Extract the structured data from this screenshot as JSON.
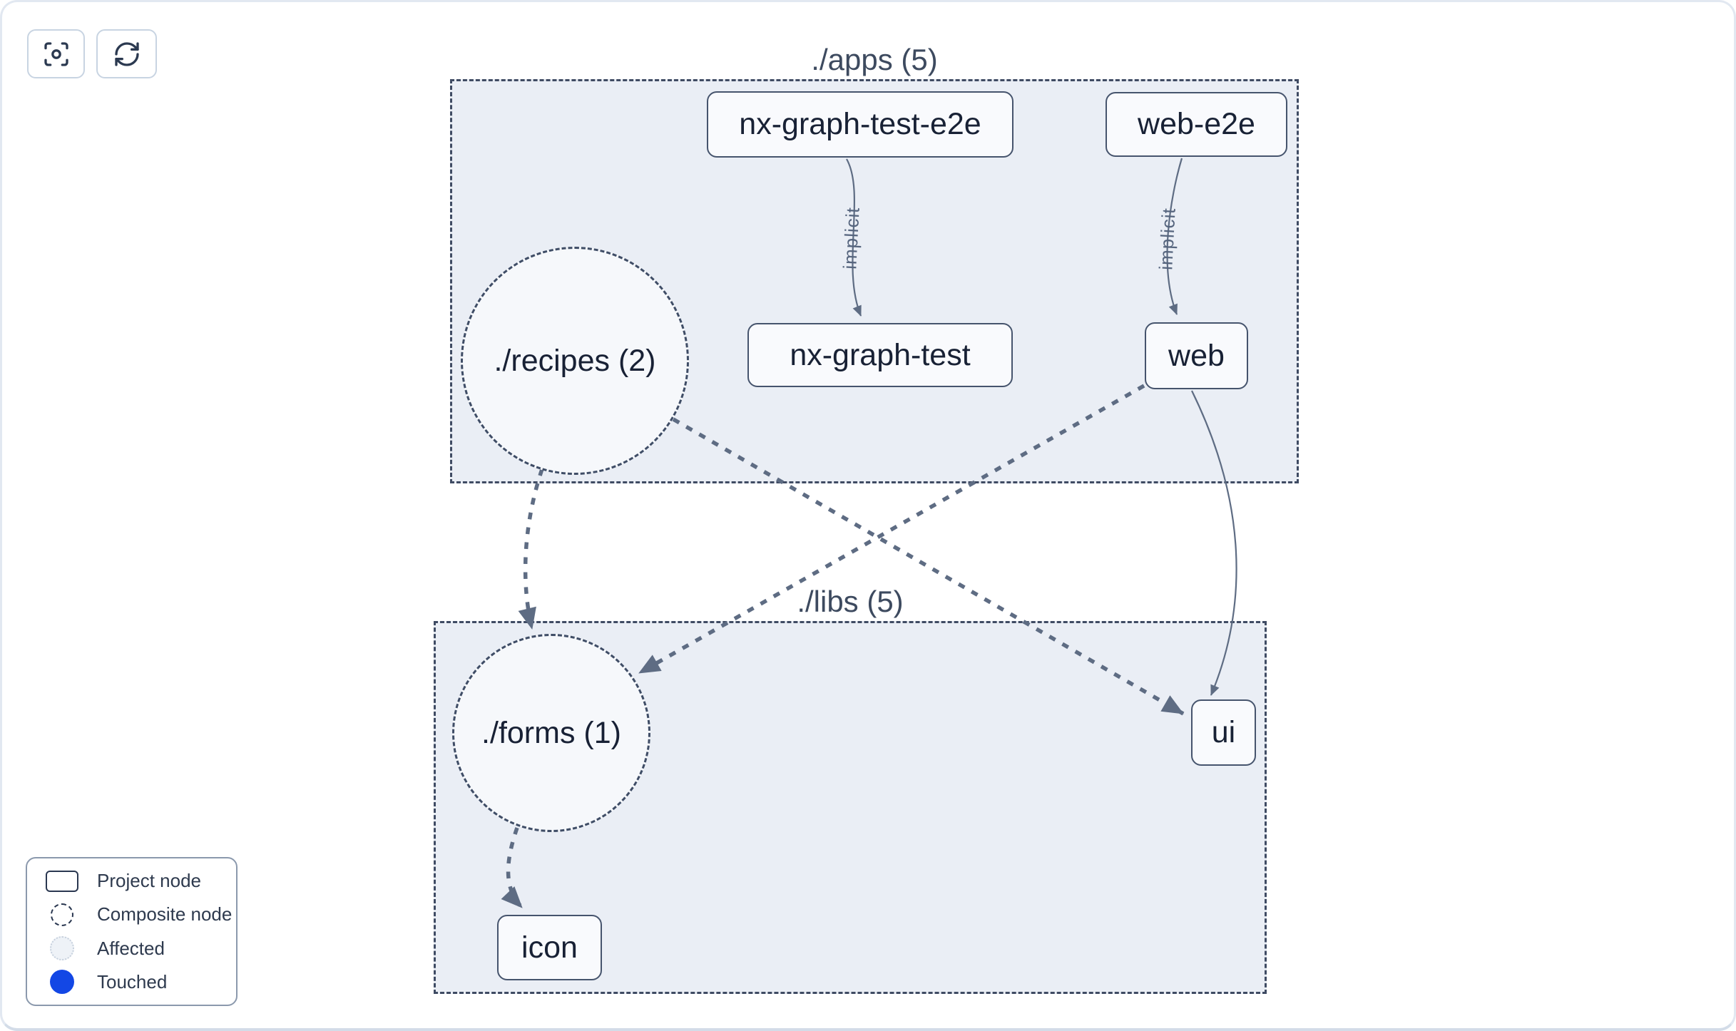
{
  "toolbar": {
    "focus_button": {
      "icon": "focus-icon"
    },
    "refresh_button": {
      "icon": "refresh-icon"
    }
  },
  "graph": {
    "groups": [
      {
        "id": "apps",
        "title": "./apps (5)"
      },
      {
        "id": "libs",
        "title": "./libs (5)"
      }
    ],
    "nodes": {
      "nx_graph_test_e2e": {
        "label": "nx-graph-test-e2e",
        "type": "project",
        "group": "./apps"
      },
      "web_e2e": {
        "label": "web-e2e",
        "type": "project",
        "group": "./apps"
      },
      "nx_graph_test": {
        "label": "nx-graph-test",
        "type": "project",
        "group": "./apps"
      },
      "web": {
        "label": "web",
        "type": "project",
        "group": "./apps"
      },
      "recipes": {
        "label": "./recipes (2)",
        "type": "composite",
        "group": "./apps"
      },
      "forms": {
        "label": "./forms (1)",
        "type": "composite",
        "group": "./libs"
      },
      "ui": {
        "label": "ui",
        "type": "project",
        "group": "./libs"
      },
      "icon": {
        "label": "icon",
        "type": "project",
        "group": "./libs"
      }
    },
    "edges": [
      {
        "from": "nx-graph-test-e2e",
        "to": "nx-graph-test",
        "label": "implicit",
        "style": "solid-thin"
      },
      {
        "from": "web-e2e",
        "to": "web",
        "label": "implicit",
        "style": "solid-thin"
      },
      {
        "from": "web",
        "to": "ui",
        "label": "",
        "style": "solid-thin"
      },
      {
        "from": "./recipes (2)",
        "to": "./forms (1)",
        "label": "",
        "style": "dashed-thick"
      },
      {
        "from": "./recipes (2)",
        "to": "ui",
        "label": "",
        "style": "dashed-thick"
      },
      {
        "from": "web",
        "to": "./forms (1)",
        "label": "",
        "style": "dashed-thick"
      },
      {
        "from": "./forms (1)",
        "to": "icon",
        "label": "",
        "style": "dashed-thick"
      }
    ]
  },
  "legend": {
    "items": [
      {
        "label": "Project node",
        "swatch": "project"
      },
      {
        "label": "Composite node",
        "swatch": "composite"
      },
      {
        "label": "Affected",
        "swatch": "affected"
      },
      {
        "label": "Touched",
        "swatch": "touched"
      }
    ]
  },
  "colors": {
    "touched_blue": "#1347e5",
    "group_fill": "#eaeef5",
    "node_fill": "#f9fafd",
    "node_border": "#46546d",
    "edge": "#5e6c83",
    "text_dark": "#182135"
  }
}
